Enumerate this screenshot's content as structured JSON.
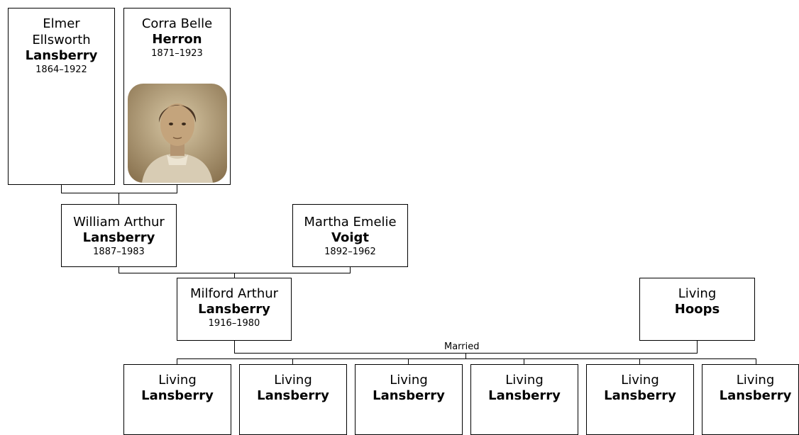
{
  "people": {
    "elmer": {
      "given": "Elmer Ellsworth",
      "surname": "Lansberry",
      "years": "1864–1922"
    },
    "corra": {
      "given": "Corra Belle",
      "surname": "Herron",
      "years": "1871–1923"
    },
    "william": {
      "given": "William Arthur",
      "surname": "Lansberry",
      "years": "1887–1983"
    },
    "martha": {
      "given": "Martha Emelie",
      "surname": "Voigt",
      "years": "1892–1962"
    },
    "milford": {
      "given": "Milford Arthur",
      "surname": "Lansberry",
      "years": "1916–1980"
    },
    "hoops": {
      "given": "Living",
      "surname": "Hoops"
    }
  },
  "children": [
    {
      "given": "Living",
      "surname": "Lansberry"
    },
    {
      "given": "Living",
      "surname": "Lansberry"
    },
    {
      "given": "Living",
      "surname": "Lansberry"
    },
    {
      "given": "Living",
      "surname": "Lansberry"
    },
    {
      "given": "Living",
      "surname": "Lansberry"
    },
    {
      "given": "Living",
      "surname": "Lansberry"
    }
  ],
  "labels": {
    "married": "Married"
  },
  "colors": {
    "line": "#000000",
    "box_border": "#000000",
    "background": "#ffffff",
    "photo_tone": "#a08a6a"
  }
}
